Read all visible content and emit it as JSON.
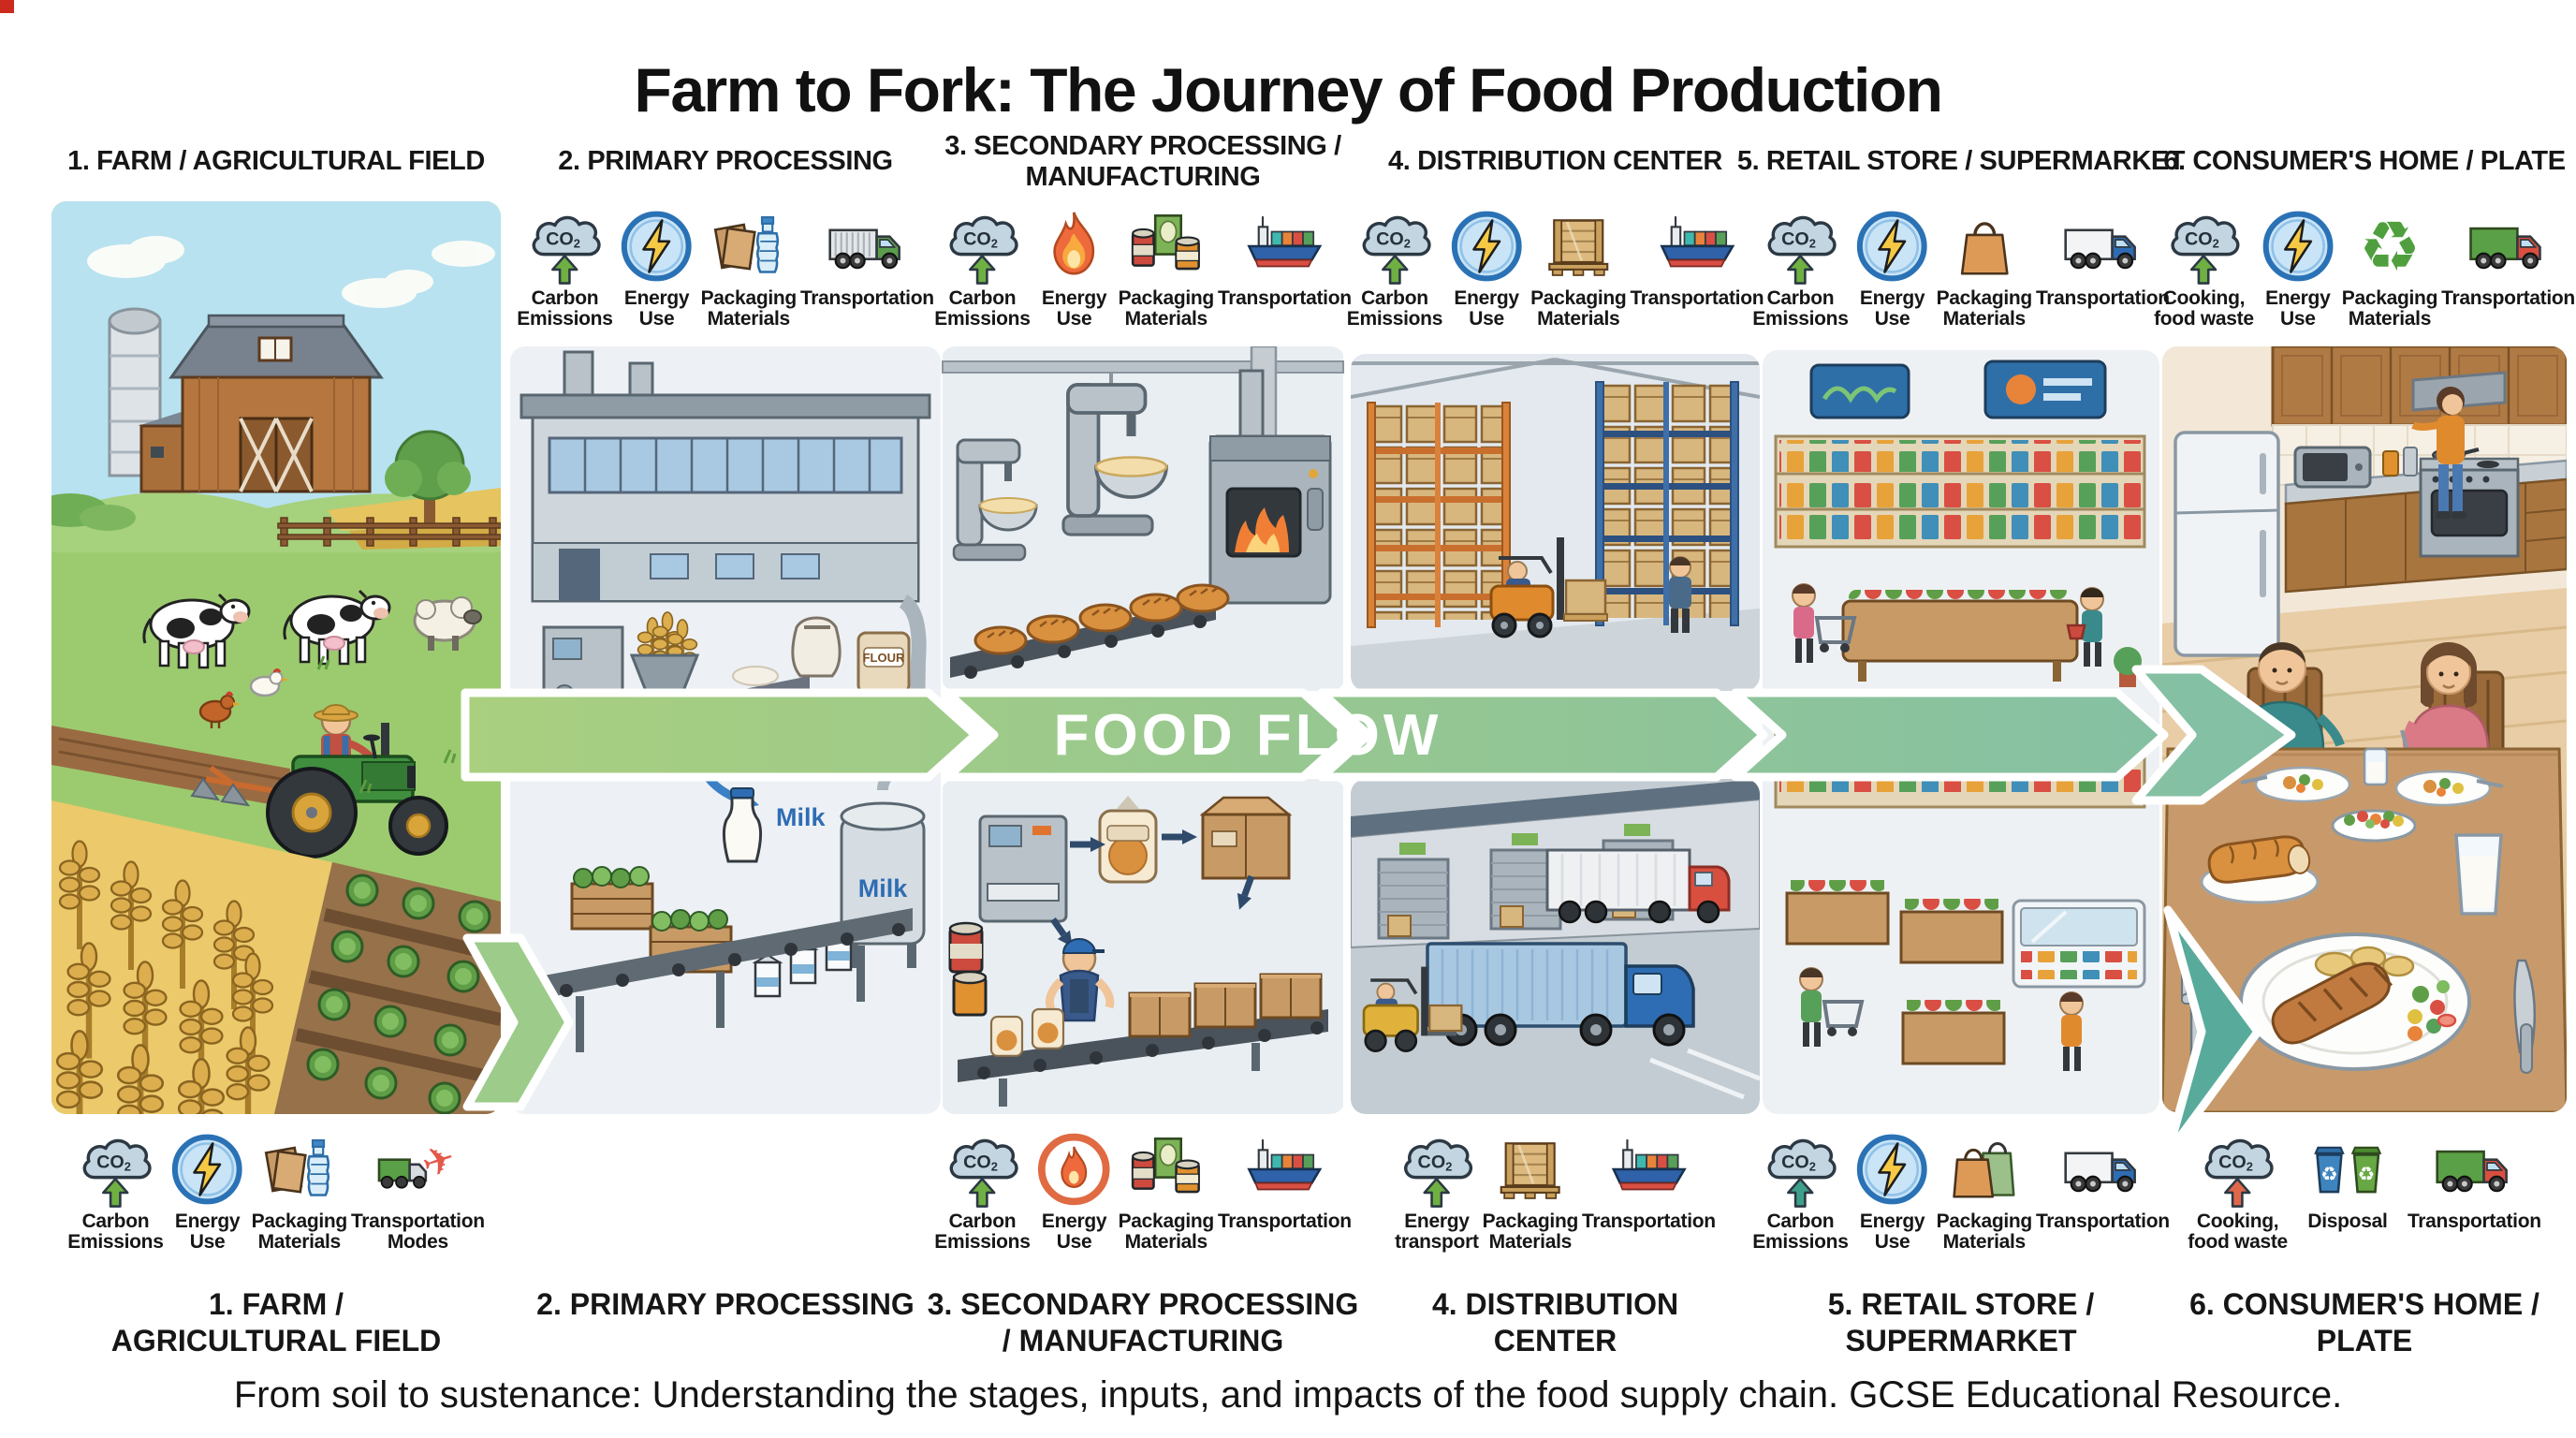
{
  "title": "Farm to Fork: The Journey of Food Production",
  "footer_note": "From soil to sustenance: Understanding the stages, inputs, and impacts of the food supply chain. GCSE Educational Resource.",
  "food_flow": "FOOD FLOW",
  "scene_labels": {
    "milk": "Milk",
    "flour": "FLOUR"
  },
  "colors": {
    "flow_green": "#a9cf7f",
    "flow_teal": "#82bfa6",
    "arrow_green": "#6fb043",
    "arrow_teal": "#3fa08a",
    "arrow_red": "#e0684a"
  },
  "stages": [
    {
      "header": "1. FARM / AGRICULTURAL FIELD",
      "footer": "1. FARM /\nAGRICULTURAL FIELD",
      "top_icons": [],
      "bottom_icons": [
        {
          "icon": "co2-cloud",
          "label": "Carbon\nEmissions"
        },
        {
          "icon": "lightning-bolt",
          "label": "Energy\nUse"
        },
        {
          "icon": "cardboard-and-bottle",
          "label": "Packaging\nMaterials"
        },
        {
          "icon": "truck-and-plane",
          "label": "Transportation\nModes"
        }
      ]
    },
    {
      "header": "2. PRIMARY PROCESSING",
      "footer": "2. PRIMARY PROCESSING",
      "top_icons": [
        {
          "icon": "co2-cloud",
          "label": "Carbon\nEmissions"
        },
        {
          "icon": "lightning-bolt",
          "label": "Energy\nUse"
        },
        {
          "icon": "cardboard-and-bottle",
          "label": "Packaging\nMaterials"
        },
        {
          "icon": "box-truck",
          "label": "Transportation"
        }
      ],
      "bottom_icons": []
    },
    {
      "header": "3. SECONDARY PROCESSING /\nMANUFACTURING",
      "footer": "3. SECONDARY PROCESSING\n/ MANUFACTURING",
      "top_icons": [
        {
          "icon": "co2-cloud",
          "label": "Carbon\nEmissions"
        },
        {
          "icon": "flame",
          "label": "Energy\nUse"
        },
        {
          "icon": "canned-goods",
          "label": "Packaging\nMaterials"
        },
        {
          "icon": "cargo-ship",
          "label": "Transportation"
        }
      ],
      "bottom_icons": [
        {
          "icon": "co2-cloud",
          "label": "Carbon\nEmissions"
        },
        {
          "icon": "flame-ring",
          "label": "Energy\nUse"
        },
        {
          "icon": "canned-goods",
          "label": "Packaging\nMaterials"
        },
        {
          "icon": "cargo-ship",
          "label": "Transportation"
        }
      ]
    },
    {
      "header": "4. DISTRIBUTION CENTER",
      "footer": "4. DISTRIBUTION\nCENTER",
      "top_icons": [
        {
          "icon": "co2-cloud",
          "label": "Carbon\nEmissions"
        },
        {
          "icon": "lightning-bolt",
          "label": "Energy\nUse"
        },
        {
          "icon": "wooden-pallet",
          "label": "Packaging\nMaterials"
        },
        {
          "icon": "cargo-ship",
          "label": "Transportation"
        }
      ],
      "bottom_icons": [
        {
          "icon": "co2-cloud",
          "label": "Energy\ntransport"
        },
        {
          "icon": "wooden-pallet",
          "label": "Packaging\nMaterials"
        },
        {
          "icon": "cargo-ship",
          "label": "Transportation"
        }
      ]
    },
    {
      "header": "5. RETAIL STORE / SUPERMARKET",
      "footer": "5. RETAIL STORE /\nSUPERMARKET",
      "top_icons": [
        {
          "icon": "co2-cloud",
          "label": "Carbon\nEmissions"
        },
        {
          "icon": "lightning-bolt",
          "label": "Energy\nUse"
        },
        {
          "icon": "shopping-bag",
          "label": "Packaging\nMaterials"
        },
        {
          "icon": "box-truck-blue",
          "label": "Transportation"
        }
      ],
      "bottom_icons": [
        {
          "icon": "co2-cloud",
          "label": "Carbon\nEmissions"
        },
        {
          "icon": "lightning-bolt",
          "label": "Energy\nUse"
        },
        {
          "icon": "shopping-bags",
          "label": "Packaging\nMaterials"
        },
        {
          "icon": "box-truck-blue",
          "label": "Transportation"
        }
      ]
    },
    {
      "header": "6. CONSUMER'S HOME / PLATE",
      "footer": "6. CONSUMER'S HOME /\nPLATE",
      "top_icons": [
        {
          "icon": "co2-cloud",
          "label": "Cooking,\nfood waste"
        },
        {
          "icon": "lightning-bolt",
          "label": "Energy\nUse"
        },
        {
          "icon": "recycling-symbol",
          "label": "Packaging\nMaterials"
        },
        {
          "icon": "box-truck-red-green",
          "label": "Transportation"
        }
      ],
      "bottom_icons": [
        {
          "icon": "co2-cloud",
          "label": "Cooking,\nfood waste"
        },
        {
          "icon": "recycling-bins",
          "label": "Disposal"
        },
        {
          "icon": "box-truck-red-green",
          "label": "Transportation"
        }
      ]
    }
  ]
}
